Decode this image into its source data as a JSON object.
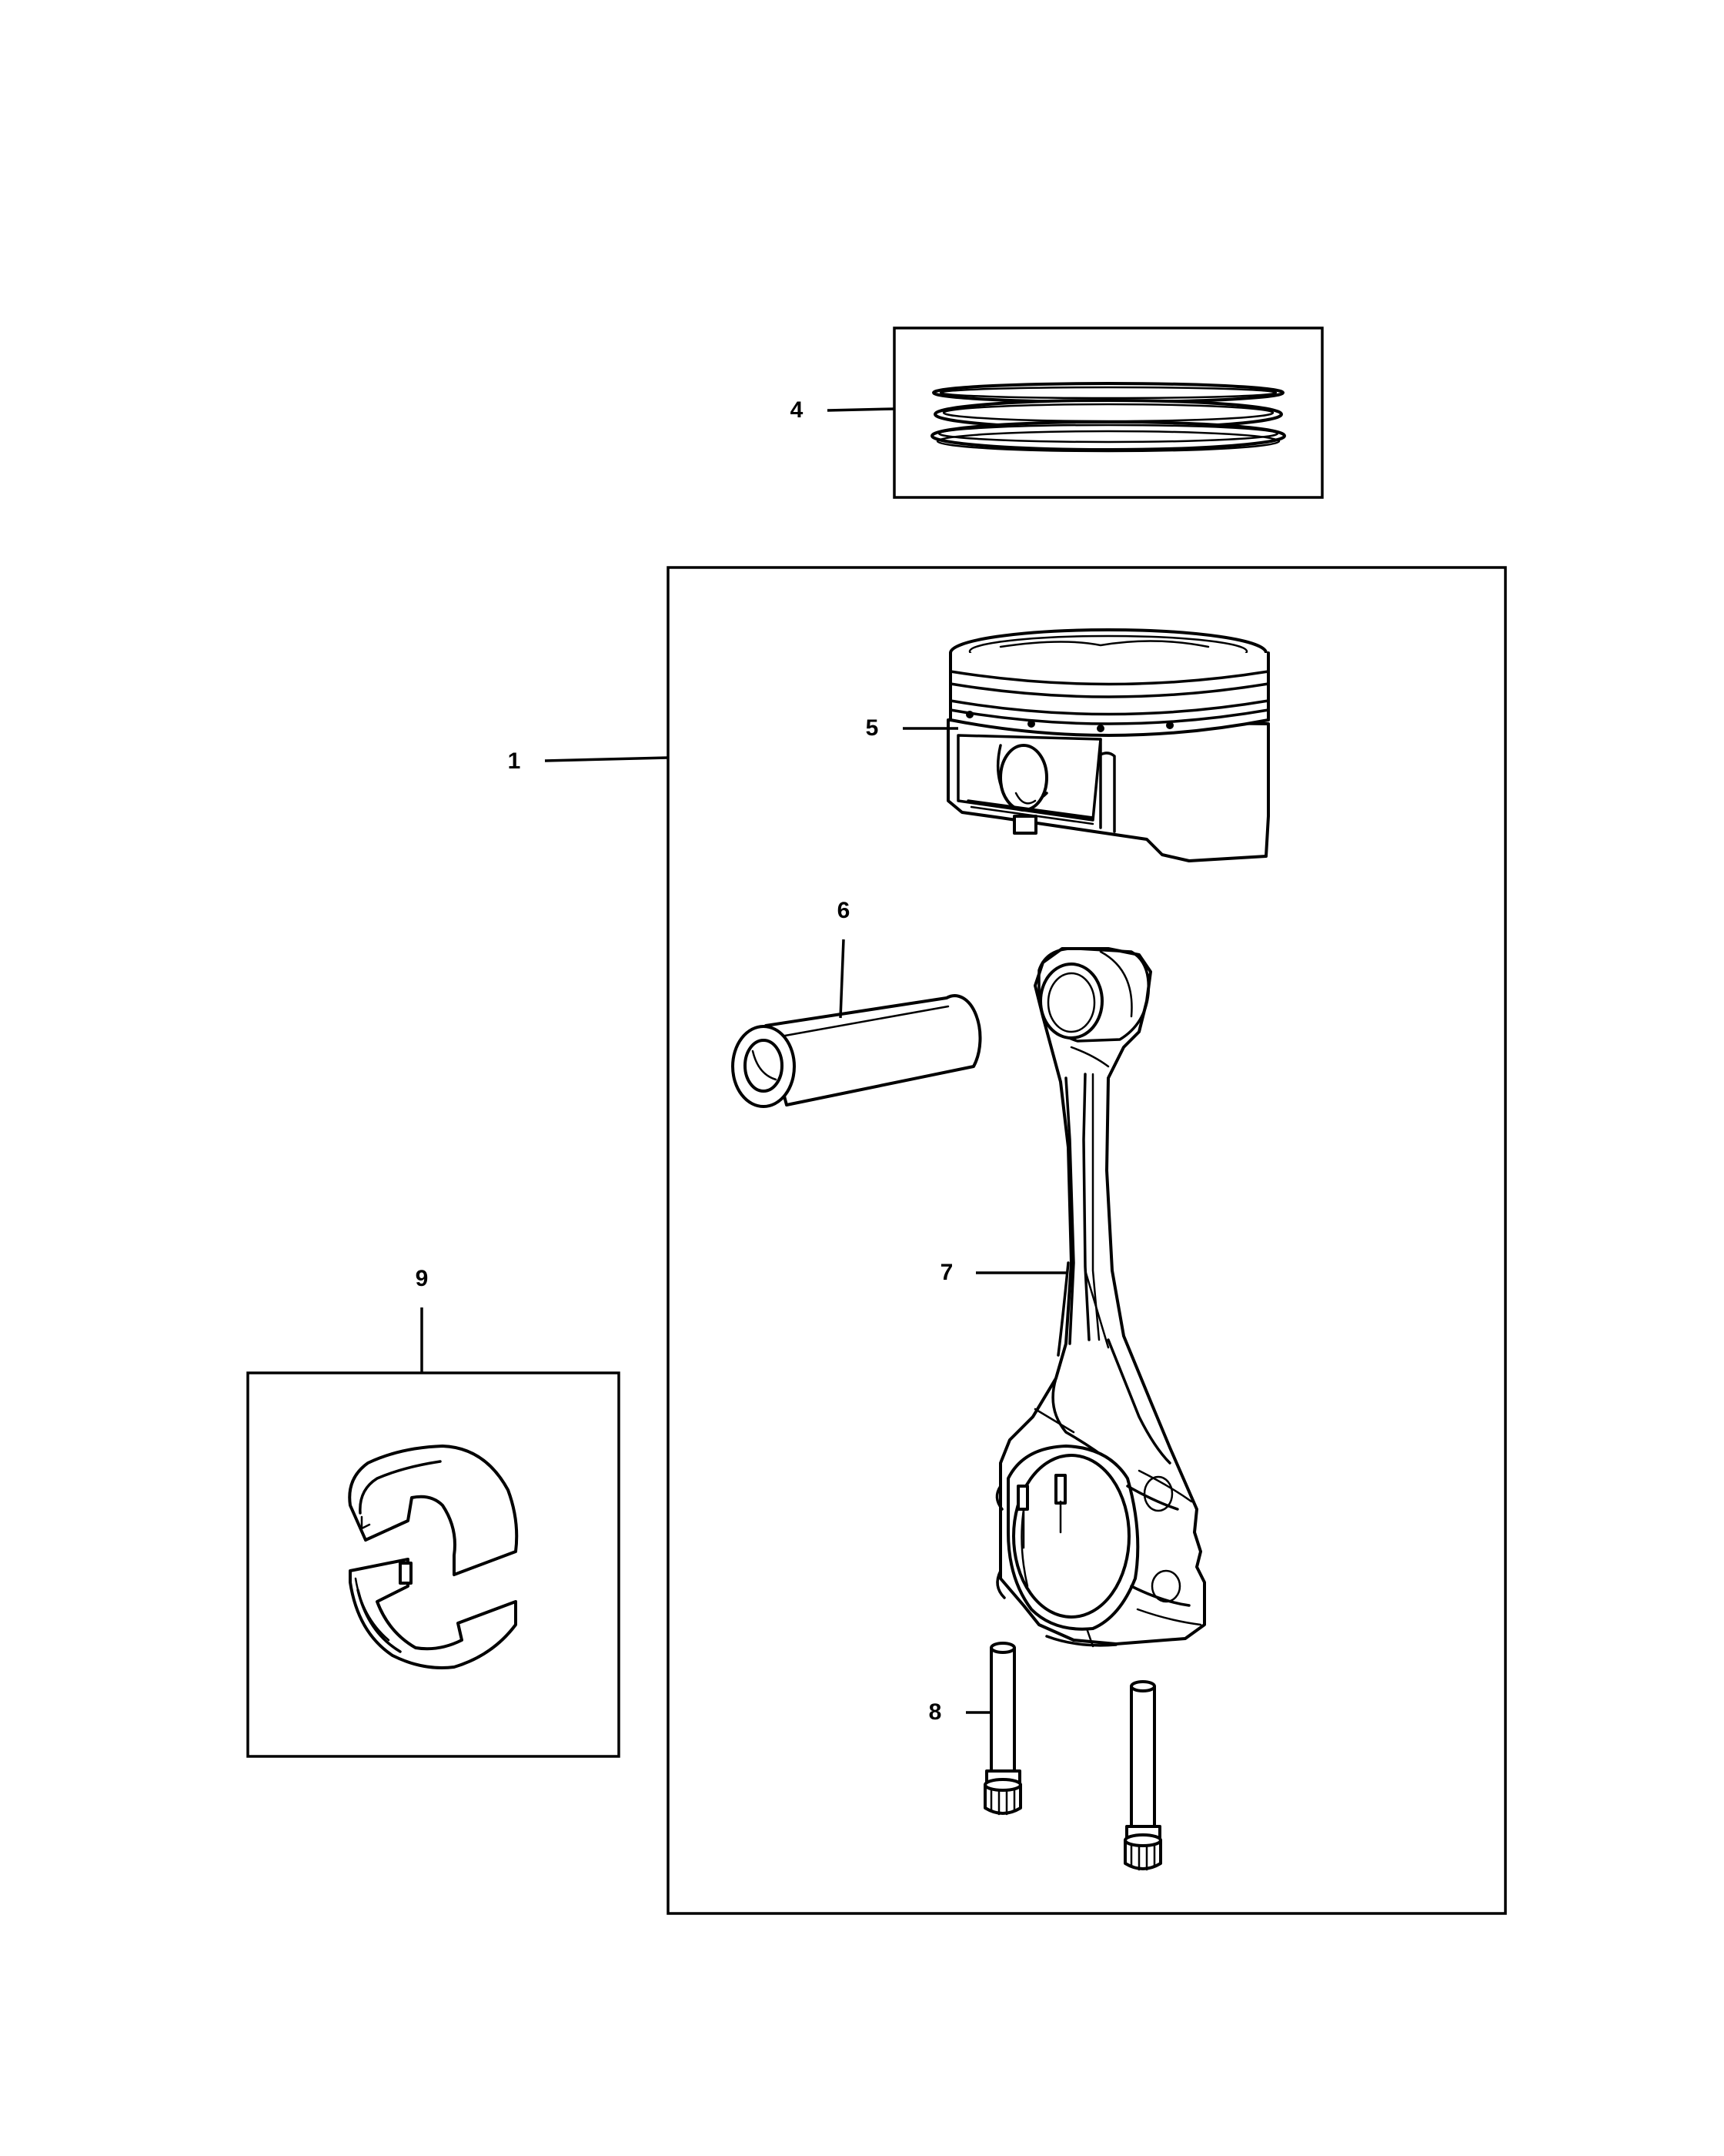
{
  "callouts": {
    "c1": "1",
    "c4": "4",
    "c5": "5",
    "c6": "6",
    "c7": "7",
    "c8": "8",
    "c9": "9"
  },
  "icons": {
    "piston_rings": "piston-rings-icon",
    "piston": "piston-icon",
    "piston_pin": "piston-pin-icon",
    "connecting_rod": "connecting-rod-icon",
    "rod_bolts": "rod-bolt-icon",
    "rod_bearing": "rod-bearing-icon"
  },
  "colors": {
    "line": "#000000",
    "background": "#ffffff"
  }
}
